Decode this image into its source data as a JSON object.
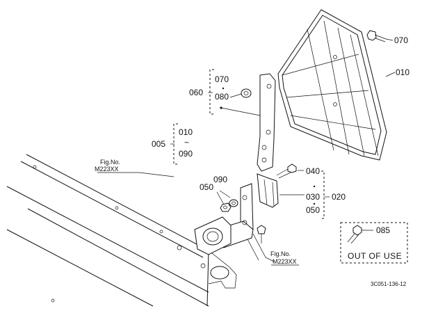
{
  "callouts": {
    "p070_top": "070",
    "p010": "010",
    "p070_grp": "070",
    "p080": "080",
    "p060": "060",
    "p010_range": "010",
    "tilde": "~",
    "p090_range": "090",
    "p005": "005",
    "p040": "040",
    "p030": "030",
    "p050_grp": "050",
    "p020": "020",
    "p090_small": "090",
    "p050_small": "050",
    "p085": "085"
  },
  "fig_refs": [
    {
      "prefix": "Fig.No.",
      "code": "M223XX"
    },
    {
      "prefix": "Fig.No.",
      "code": "M223XX"
    }
  ],
  "out_of_use": {
    "label": "OUT OF USE"
  },
  "illustration_id": "3C051-136-12"
}
